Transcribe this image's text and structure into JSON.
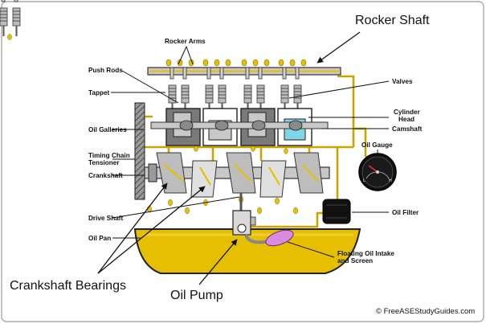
{
  "callouts": {
    "rocker_shaft": "Rocker Shaft",
    "crankshaft_bearings": "Crankshaft Bearings",
    "oil_pump": "Oil Pump"
  },
  "labels": {
    "rocker_arms": "Rocker Arms",
    "push_rods": "Push Rods",
    "tappet": "Tappet",
    "oil_galleries": "Oil Galleries",
    "timing_chain_line1": "Timing Chain",
    "timing_chain_line2": "Tensioner",
    "crankshaft": "Crankshaft",
    "drive_shaft": "Drive Shaft",
    "oil_pan": "Oil Pan",
    "valves": "Valves",
    "cylinder_head_line1": "Cylinder",
    "cylinder_head_line2": "Head",
    "camshaft": "Camshaft",
    "oil_gauge": "Oil Gauge",
    "oil_filter": "Oil Filter",
    "floating_line1": "Floating Oil Intake",
    "floating_line2": "and Screen"
  },
  "gauge": {
    "low": "L",
    "high": "H"
  },
  "copyright": "© FreeASEStudyGuides.com",
  "colors": {
    "oil": "#e6c000",
    "oil_light": "#f2d84a",
    "oil_line": "#c9a400",
    "metal": "#c8c8c8",
    "metal_dark": "#7a7a7a",
    "piston_blue": "#7fd6e6",
    "screen_pink": "#d98be0",
    "frame": "#999999"
  }
}
